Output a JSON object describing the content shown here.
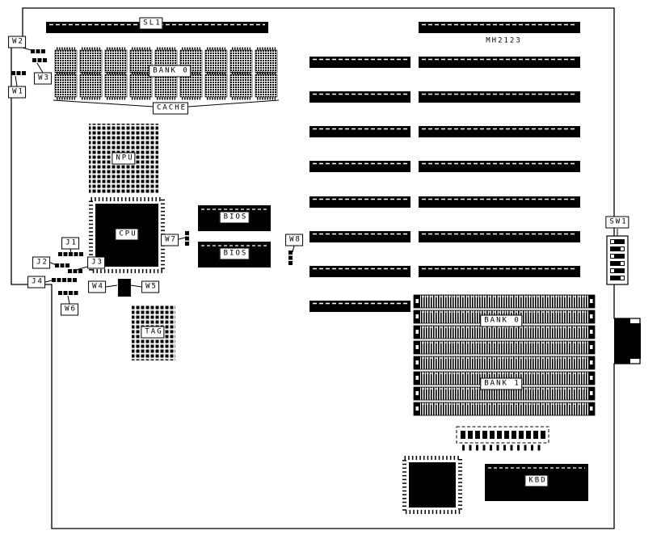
{
  "board": {
    "model": "MH2123",
    "colors": {
      "ink": "#000000",
      "paper": "#ffffff"
    }
  },
  "labels": {
    "sl1": "SL1",
    "w1": "W1",
    "w2": "W2",
    "w3": "W3",
    "w4": "W4",
    "w5": "W5",
    "w6": "W6",
    "w7": "W7",
    "w8": "W8",
    "j1": "J1",
    "j2": "J2",
    "j3": "J3",
    "j4": "J4",
    "bank0_cache": "BANK 0",
    "cache": "CACHE",
    "npu": "NPU",
    "cpu": "CPU",
    "bios_top": "BIOS",
    "bios_bottom": "BIOS",
    "tag": "TAG",
    "sw1": "SW1",
    "bank0_memory": "BANK 0",
    "bank1_memory": "BANK 1",
    "kbd": "KBD"
  }
}
